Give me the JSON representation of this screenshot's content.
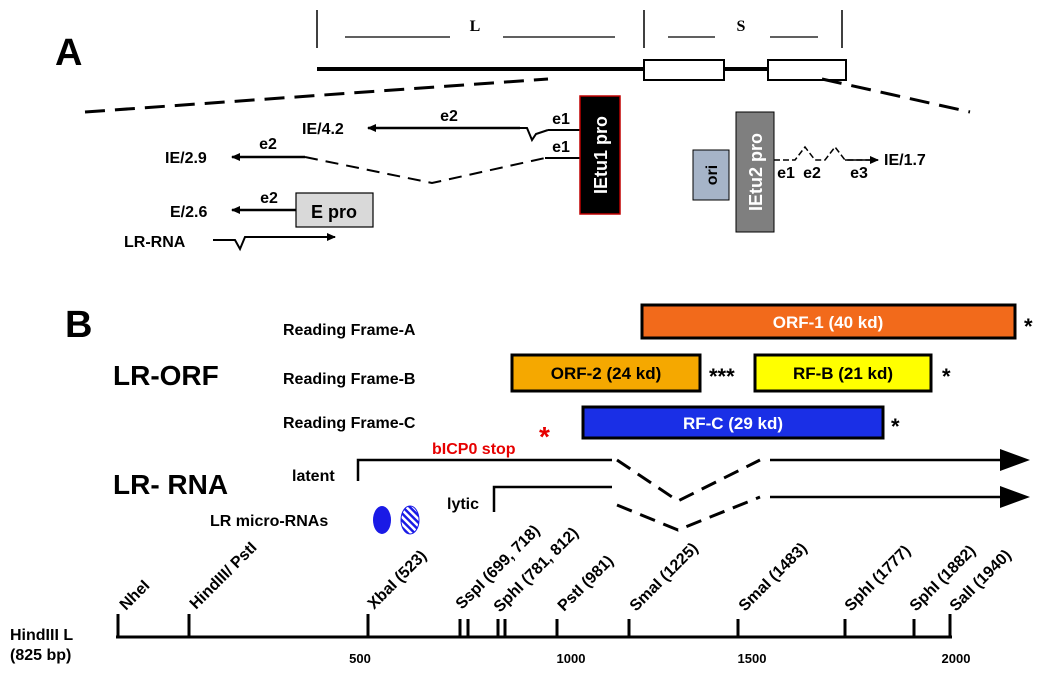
{
  "panel_a": {
    "letter": "A",
    "genome": {
      "long_label": "L",
      "short_label": "S"
    },
    "transcripts": {
      "ie42": "IE/4.2",
      "ie29": "IE/2.9",
      "e26": "E/2.6",
      "lr_rna": "LR-RNA",
      "ie17": "IE/1.7"
    },
    "exons": {
      "e2_ie42": "e2",
      "e1_ie42": "e1",
      "e2_ie29": "e2",
      "e1_ie29": "e1",
      "e2_e26": "e2",
      "e1_ie17": "e1",
      "e2_ie17": "e2",
      "e3_ie17": "e3"
    },
    "boxes": {
      "ietu1": "IEtu1 pro",
      "epro": "E pro",
      "ori": "ori",
      "ietu2": "IEtu2 pro"
    },
    "colors": {
      "ietu1_fill": "#000000",
      "ietu1_border": "#c00000",
      "epro_fill": "#d9d9d9",
      "ori_fill": "#a6b4c8",
      "ietu2_fill": "#7f7f7f"
    }
  },
  "panel_b": {
    "letter": "B",
    "lr_orf_title": "LR-ORF",
    "lr_rna_title": "LR- RNA",
    "frames": {
      "a": "Reading Frame-A",
      "b": "Reading Frame-B",
      "c": "Reading Frame-C"
    },
    "orfs": {
      "orf1": {
        "label": "ORF-1 (40 kd)",
        "color": "#f26a1b",
        "text_color": "#ffffff",
        "mark": "*"
      },
      "orf2": {
        "label": "ORF-2 (24 kd)",
        "color": "#f5a800",
        "text_color": "#000000",
        "mark": "***"
      },
      "rfb": {
        "label": "RF-B (21 kd)",
        "color": "#ffff00",
        "text_color": "#000000",
        "mark": "*"
      },
      "rfc": {
        "label": "RF-C (29 kd)",
        "color": "#1a2fe6",
        "text_color": "#ffffff",
        "mark": "*"
      }
    },
    "bicp0_stop": "bICP0 stop",
    "bicp0_star": "*",
    "bicp0_color": "#e60000",
    "latent": "latent",
    "lytic": "lytic",
    "micro_rnas": "LR micro-RNAs",
    "mirna_color": "#1a1ae6",
    "hindiii_label_1": "HindIII L",
    "hindiii_label_2": "(825 bp)",
    "sites": [
      "NheI",
      "HindIII/ PstI",
      "XbaI (523)",
      "SspI (699, 718)",
      "SphI (781, 812)",
      "PstI (981)",
      "SmaI (1225)",
      "SmaI (1483)",
      "SphI (1777)",
      "SphI (1882)",
      "SalI (1940)"
    ],
    "scale": {
      "min": 0,
      "max": 2000,
      "ticks": [
        "500",
        "1000",
        "1500",
        "2000"
      ]
    }
  }
}
